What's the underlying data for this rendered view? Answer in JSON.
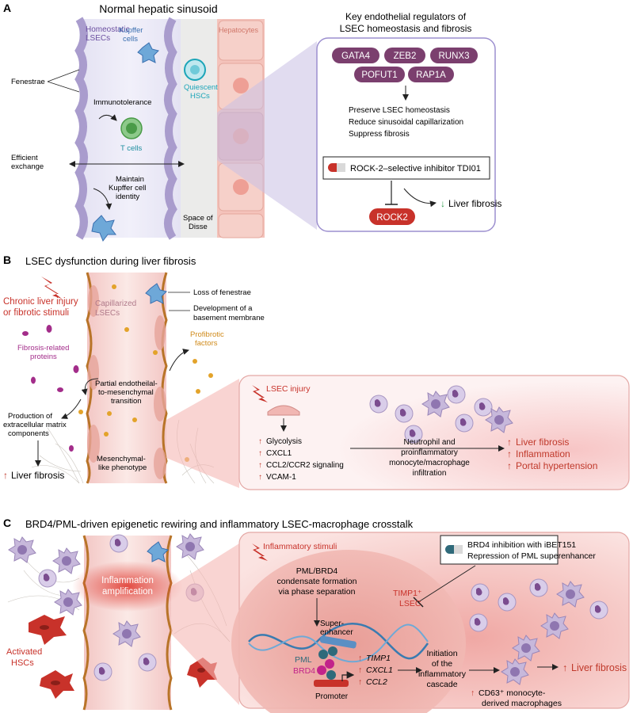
{
  "panel_a": {
    "letter": "A",
    "title": "Normal hepatic sinusoid",
    "labels": {
      "homeostatic_lsecs_1": "Homeostatic",
      "homeostatic_lsecs_2": "LSECs",
      "kupffer_1": "Kupffer",
      "kupffer_2": "cells",
      "quiescent_1": "Quiescent",
      "quiescent_2": "HSCs",
      "hepatocytes": "Hepatocytes",
      "fenestrae": "Fenestrae",
      "immunotolerance": "Immunotolerance",
      "t_cells": "T cells",
      "efficient_1": "Efficient",
      "efficient_2": "exchange",
      "maintain_1": "Maintain",
      "maintain_2": "Kupffer cell",
      "maintain_3": "identity",
      "disse_1": "Space of",
      "disse_2": "Disse"
    },
    "regulators": {
      "title_1": "Key endothelial regulators of",
      "title_2": "LSEC homeostasis and fibrosis",
      "genes": [
        "GATA4",
        "ZEB2",
        "RUNX3",
        "POFUT1",
        "RAP1A"
      ],
      "effects": [
        "Preserve LSEC homeostasis",
        "Reduce sinusoidal capillarization",
        "Suppress fibrosis"
      ],
      "inhibitor": "ROCK-2–selective inhibitor TDI01",
      "outcome": "Liver fibrosis",
      "target": "ROCK2"
    }
  },
  "panel_b": {
    "letter": "B",
    "title": "LSEC dysfunction during liver fibrosis",
    "labels": {
      "chronic_1": "Chronic liver injury",
      "chronic_2": "or fibrotic stimuli",
      "capillarized_1": "Capillarized",
      "capillarized_2": "LSECs",
      "loss_fenestrae": "Loss of fenestrae",
      "basement_1": "Development of a",
      "basement_2": "basement membrane",
      "fibrosis_proteins_1": "Fibrosis-related",
      "fibrosis_proteins_2": "proteins",
      "profibrotic_1": "Profibrotic",
      "profibrotic_2": "factors",
      "emt_1": "Partial endotheilal-",
      "emt_2": "to-mesenchymal",
      "emt_3": "transition",
      "ecm_1": "Production of",
      "ecm_2": "extracellular matrix",
      "ecm_3": "components",
      "mesenchymal_1": "Mesenchymal-",
      "mesenchymal_2": "like phenotype",
      "liver_fibrosis": "Liver fibrosis"
    },
    "zoom": {
      "injury": "LSEC injury",
      "changes": [
        "Glycolysis",
        "CXCL1",
        "CCL2/CCR2 signaling",
        "VCAM-1"
      ],
      "infiltration": [
        "Neutrophil and",
        "proinflammatory",
        "monocyte/macrophage",
        "infiltration"
      ],
      "outcomes": [
        "Liver fibrosis",
        "Inflammation",
        "Portal hypertension"
      ]
    }
  },
  "panel_c": {
    "letter": "C",
    "title": "BRD4/PML-driven epigenetic rewiring and inflammatory LSEC-macrophage crosstalk",
    "labels": {
      "inflammation_1": "Inflammation",
      "inflammation_2": "amplification",
      "activated_1": "Activated",
      "activated_2": "HSCs"
    },
    "zoom": {
      "stimuli": "Inflammatory stimuli",
      "inhibition_1": "BRD4 inhibition with iBET151",
      "inhibition_2": "Repression of PML superenhancer",
      "condensate": [
        "PML/BRD4",
        "condensate formation",
        "via phase separation"
      ],
      "timp_lsec_1": "TIMP1⁺",
      "timp_lsec_2": "LSEC",
      "super_1": "Super-",
      "super_2": "enhancer",
      "pml": "PML",
      "brd4": "BRD4",
      "genes": [
        "TIMP1",
        "CXCL1",
        "CCL2"
      ],
      "promoter": "Promoter",
      "initiation": [
        "Initiation",
        "of the",
        "inflammatory",
        "cascade"
      ],
      "cd63_1": "CD63⁺ monocyte-",
      "cd63_2": "derived macrophages",
      "outcome": "Liver fibrosis"
    }
  },
  "colors": {
    "purple_pill": "#7b3f6e",
    "red_pill": "#c8322a",
    "arrow_red": "#c0392b",
    "arrow_green": "#2e9c4a",
    "lsec_purple": "#6b4fa0",
    "kupffer_blue": "#3a6fb0",
    "hsc_teal": "#1ca5b8",
    "brd4_magenta": "#c2238a"
  }
}
